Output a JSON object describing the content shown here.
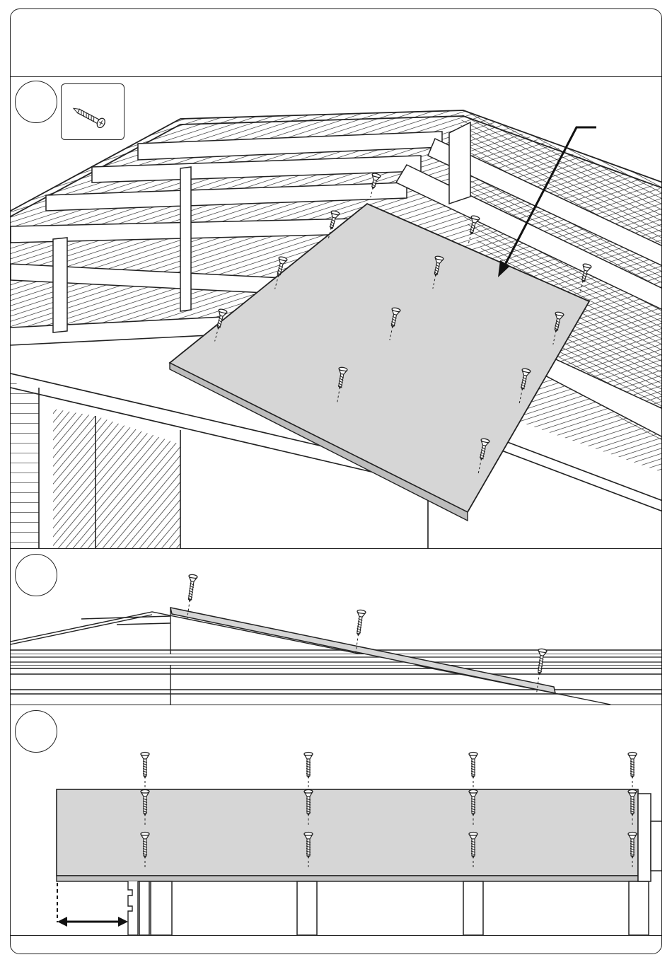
{
  "page": {
    "kind": "assembly-instruction-page",
    "colors": {
      "line": "#222222",
      "panel_fill": "#d6d6d6",
      "background": "#ffffff"
    }
  },
  "steps": [
    {
      "id": 1,
      "label": "",
      "icon": "step-number-circle"
    },
    {
      "id": 2,
      "label": "",
      "icon": "step-number-circle"
    },
    {
      "id": 3,
      "label": "",
      "icon": "step-number-circle"
    }
  ],
  "hardware": {
    "icon": "screw-icon",
    "label": ""
  },
  "step1": {
    "screw_count": 12,
    "callout": "arrow-callout"
  },
  "step2": {
    "screw_count": 3
  },
  "step3": {
    "screw_columns": 4,
    "screw_rows": 3,
    "spacing_arrow": "double-arrow-icon"
  }
}
